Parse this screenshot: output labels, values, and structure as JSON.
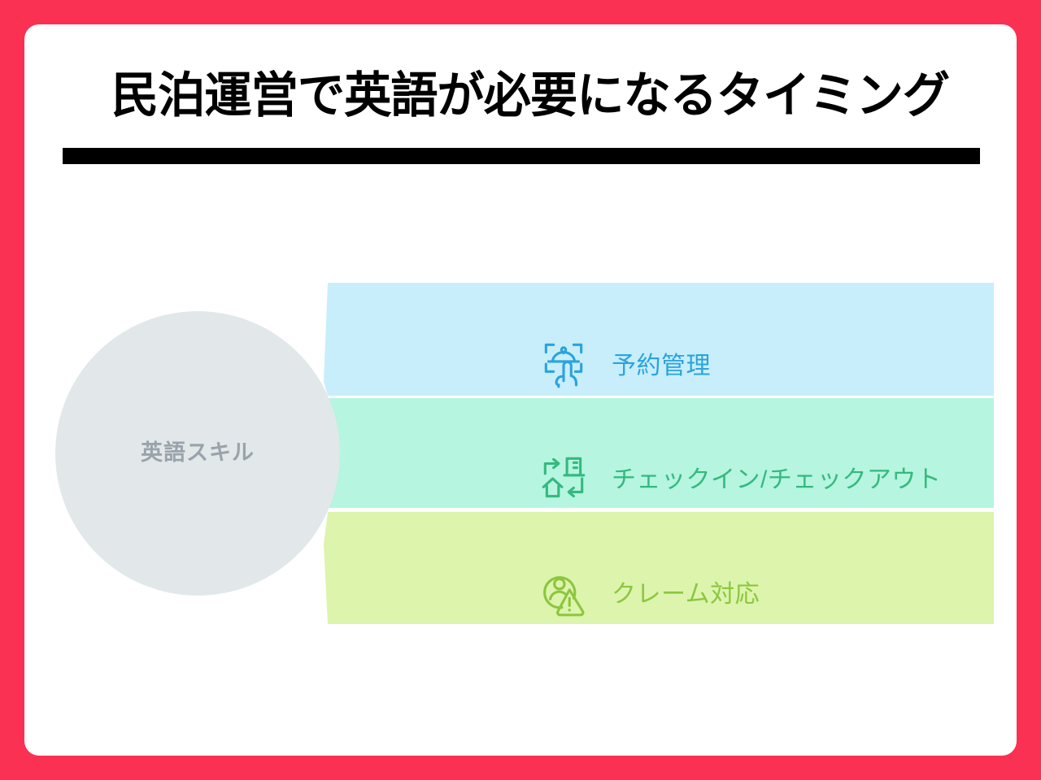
{
  "page": {
    "frame_color": "#fb3153",
    "card_color": "#ffffff"
  },
  "header": {
    "title": "民泊運営で英語が必要になるタイミング",
    "rule_color": "#000000"
  },
  "diagram": {
    "type": "funnel-radial",
    "hub": {
      "label": "英語スキル",
      "fill": "#e2e8ea",
      "text_color": "#9aa3ab"
    },
    "bands": [
      {
        "label": "予約管理",
        "icon": "concierge-bell-hand-icon",
        "fill": "#c8eefb",
        "accent": "#2ba3dd"
      },
      {
        "label": "チェックイン/チェックアウト",
        "icon": "check-in-out-arrows-icon",
        "fill": "#b6f5e0",
        "accent": "#34b97e"
      },
      {
        "label": "クレーム対応",
        "icon": "person-warning-icon",
        "fill": "#dcf4ac",
        "accent": "#8cc63f"
      }
    ]
  }
}
